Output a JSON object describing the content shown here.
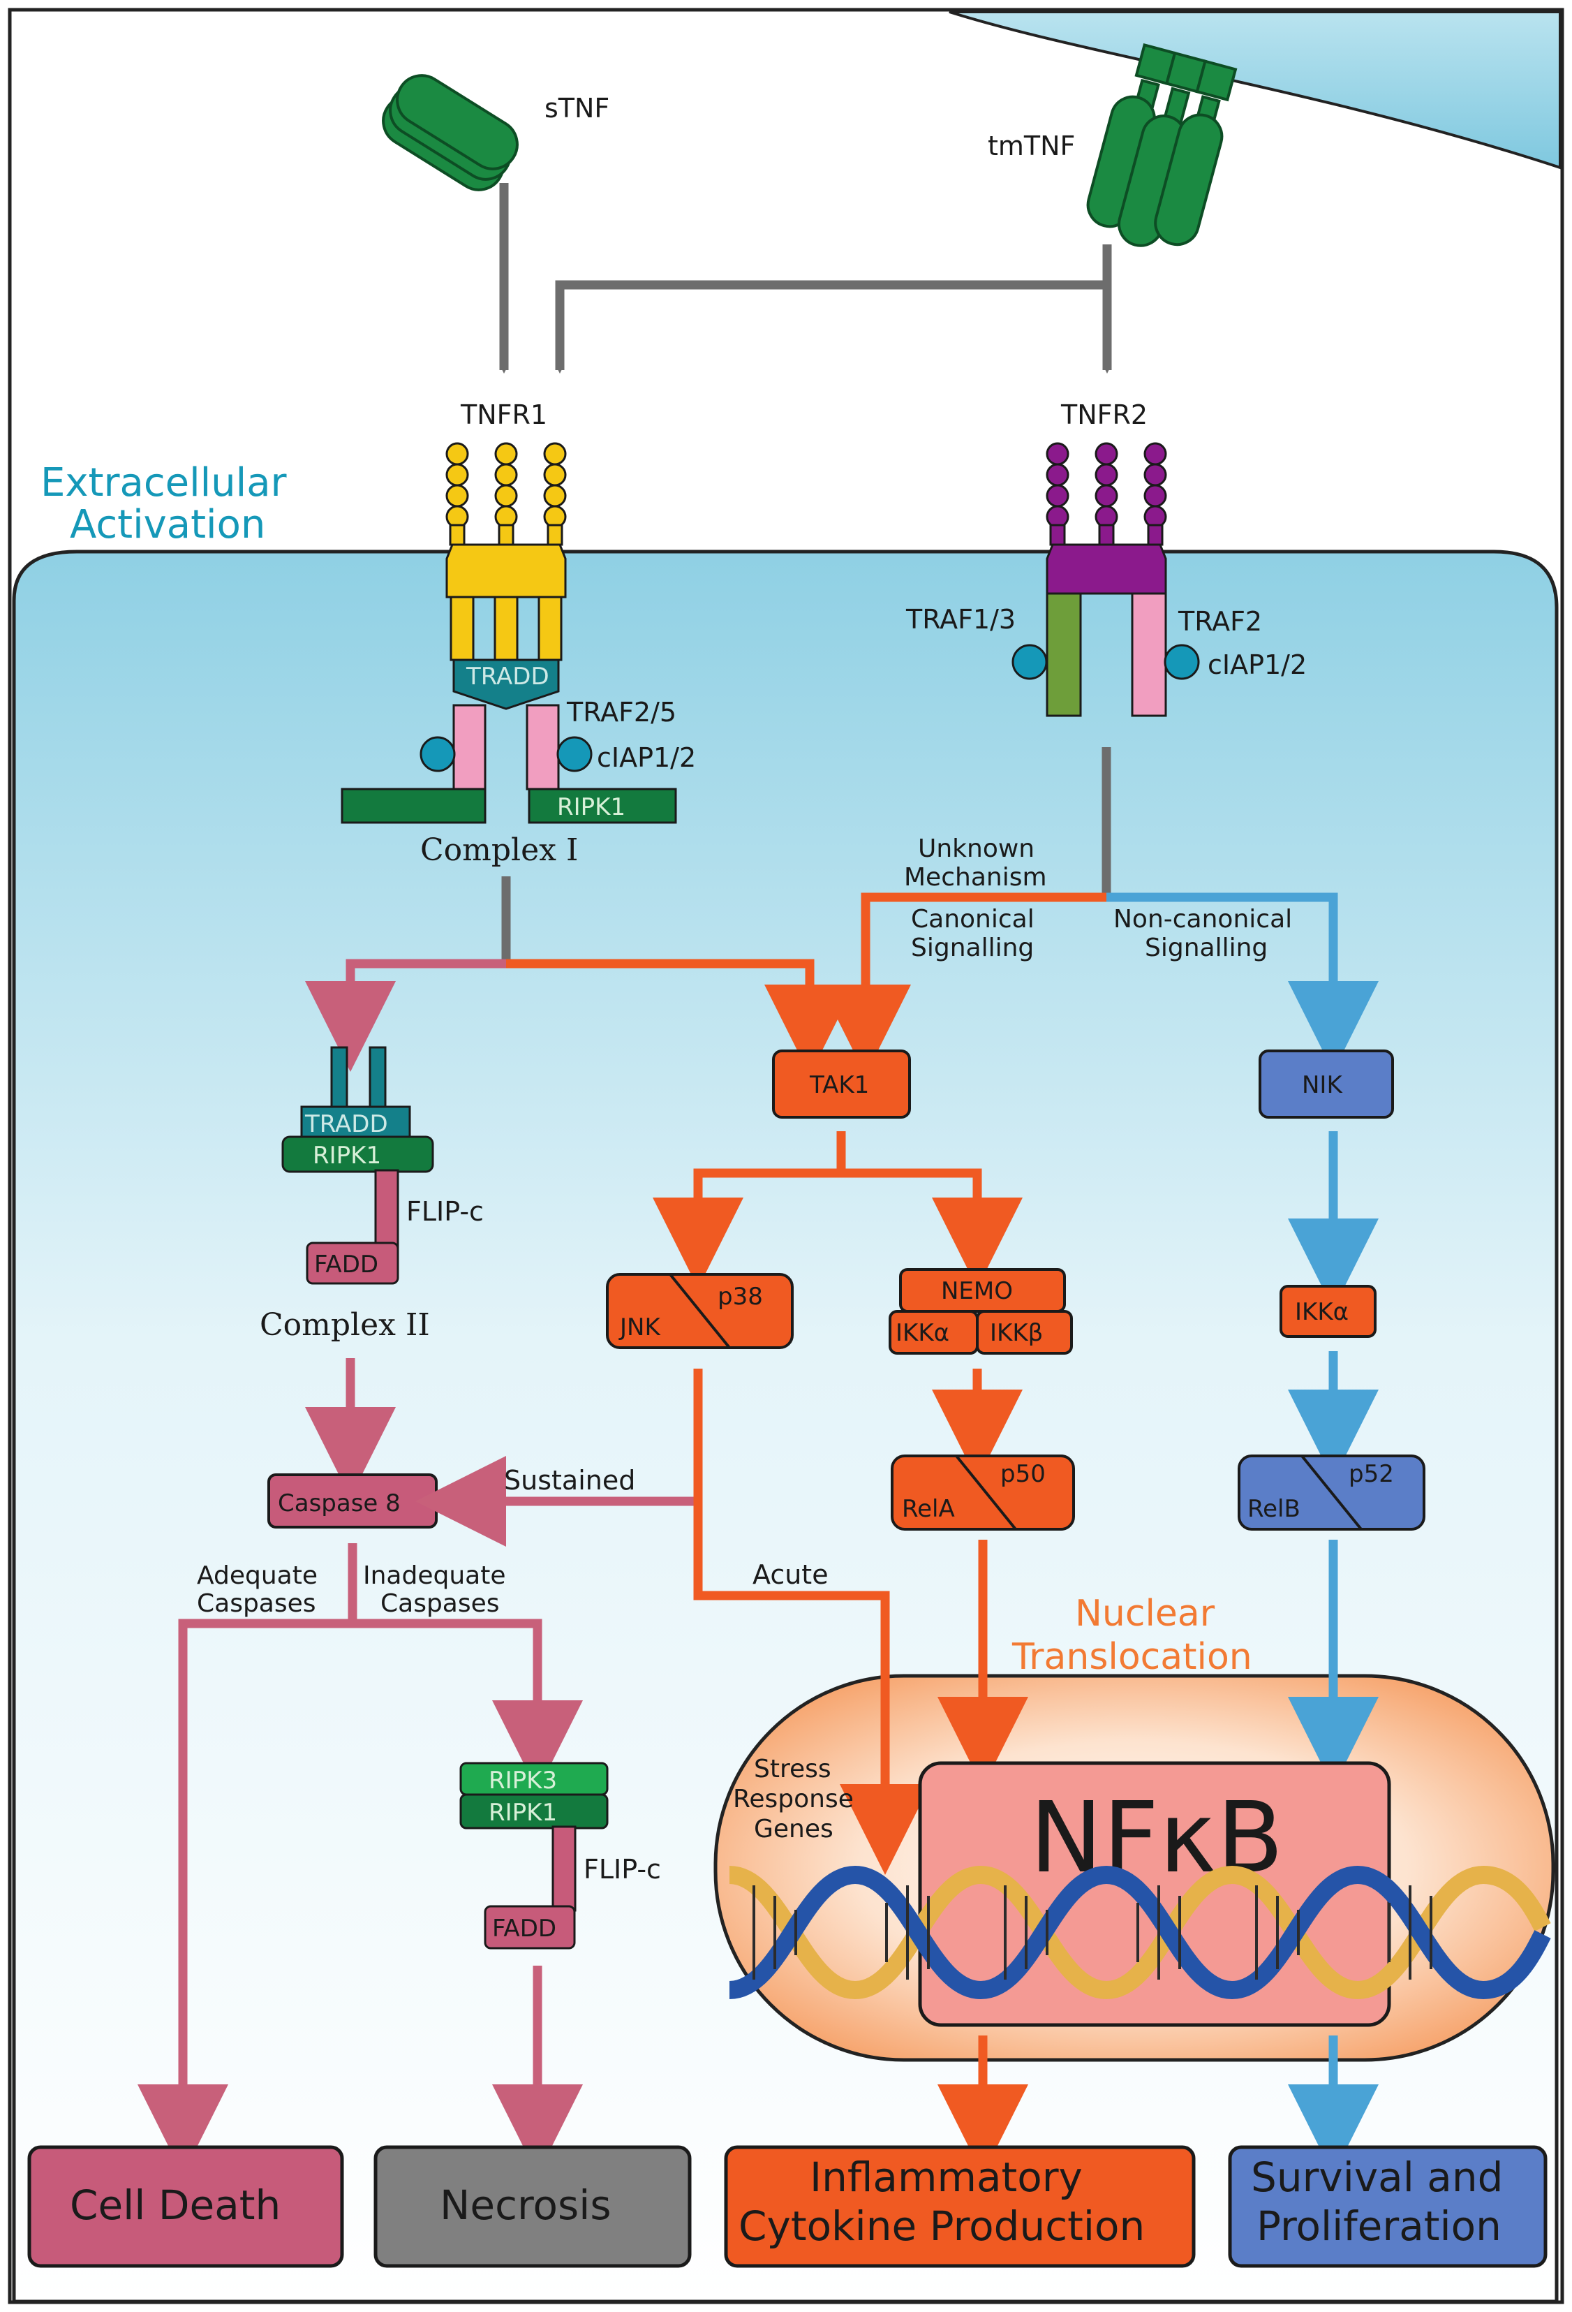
{
  "colors": {
    "gray": "#6d6d6d",
    "orange": "#f05a22",
    "blue": "#4aa3d6",
    "pink_path": "#c8607a",
    "green_dark": "#137a3e",
    "teal": "#14808a",
    "yellow": "#f5c814",
    "purple": "#8b1a8c",
    "pink_light": "#f19ec0",
    "olive": "#6e9e3a",
    "cyan_dot": "#1598b8",
    "caspase": "#c75b7a",
    "nik_blue": "#5b7ec8",
    "nfkb": "#f49a94",
    "extracellular_title": "#1598b8",
    "nuclear_title": "#f27a33",
    "traf2_yellow": "#f2d81e"
  },
  "labels": {
    "stnf": "sTNF",
    "tmtnf": "tmTNF",
    "tnfr1": "TNFR1",
    "tnfr2": "TNFR2",
    "extracellular_1": "Extracellular",
    "extracellular_2": "Activation",
    "tradd": "TRADD",
    "traf25": "TRAF2/5",
    "ciap_left": "cIAP1/2",
    "ripk1": "RIPK1",
    "complex1": "Complex I",
    "traf13": "TRAF1/3",
    "traf2": "TRAF2",
    "ciap_right": "cIAP1/2",
    "unknown_1": "Unknown",
    "unknown_2": "Mechanism",
    "canonical_1": "Canonical",
    "canonical_2": "Signalling",
    "noncanonical_1": "Non-canonical",
    "noncanonical_2": "Signalling",
    "tradd2": "TRADD",
    "ripk1_c2": "RIPK1",
    "flipc_1": "FLIP-c",
    "fadd_1": "FADD",
    "complex2": "Complex II",
    "tak1": "TAK1",
    "nik": "NIK",
    "jnk": "JNK",
    "p38": "p38",
    "nemo": "NEMO",
    "ikka": "IKKα",
    "ikkb": "IKKβ",
    "ikka_nc": "IKKα",
    "caspase8": "Caspase 8",
    "sustained": "Sustained",
    "rela": "RelA",
    "p50": "p50",
    "relb": "RelB",
    "p52": "p52",
    "adequate_1": "Adequate",
    "adequate_2": "Caspases",
    "inadequate_1": "Inadequate",
    "inadequate_2": "Caspases",
    "acute": "Acute",
    "nuclear_1": "Nuclear",
    "nuclear_2": "Translocation",
    "stress_1": "Stress",
    "stress_2": "Response",
    "stress_3": "Genes",
    "nfkb": "NFκB",
    "ripk3": "RIPK3",
    "ripk1_nec": "RIPK1",
    "flipc_2": "FLIP-c",
    "fadd_2": "FADD"
  },
  "outcomes": {
    "cell_death": "Cell Death",
    "necrosis": "Necrosis",
    "inflammatory_1": "Inflammatory",
    "inflammatory_2": "Cytokine Production",
    "survival_1": "Survival and",
    "survival_2": "Proliferation"
  }
}
